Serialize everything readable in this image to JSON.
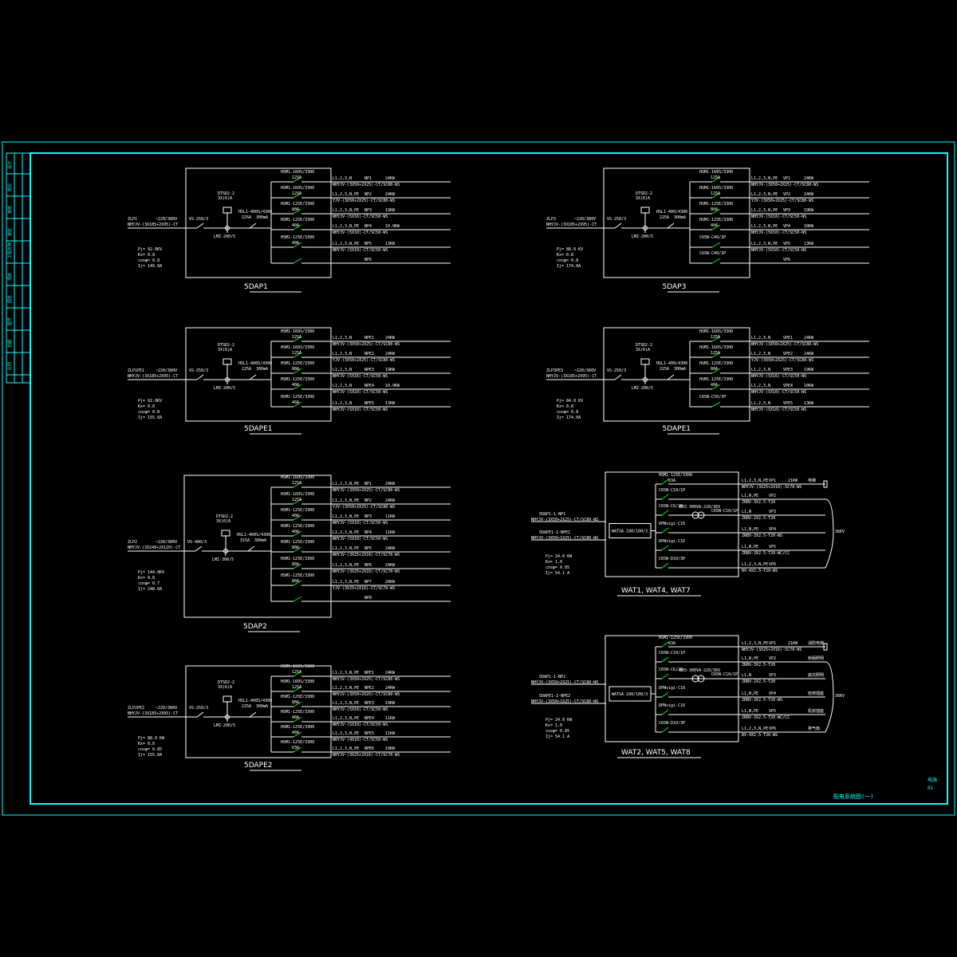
{
  "colors": {
    "background": "#000000",
    "frame": "#00ffff",
    "line": "#ffffff",
    "breaker": "#00ff00"
  },
  "footer": {
    "title": "配电系统图(一)",
    "sheet_a": "电施",
    "sheet_b": "01"
  },
  "title_block": [
    "设计",
    "校对",
    "审核",
    "审定",
    "工程名称",
    "项目",
    "图名",
    "图号",
    "日期",
    "比例"
  ],
  "panels": [
    {
      "title": "5DAP1",
      "feed": {
        "from": "ZLP1",
        "voltage": "~220/380V",
        "cable": "NHYJV-(3X185+2X95)-CT"
      },
      "main_switch": "VS-250/3",
      "isolator": "LMZ-200/5",
      "meter": "DTSD2-2\n3X(6)A",
      "rcd": {
        "model": "HSL1-400S/4300",
        "rating": "225A",
        "leak": "300mA"
      },
      "calc": {
        "pj": "Pj= 92.0KV",
        "kx": "Kx= 0.8",
        "cos": "cosφ= 0.8",
        "ij": "Ij= 149.0A"
      },
      "breakers": [
        {
          "model": "HSM1-160S/3300",
          "amp": "125A",
          "phase": "L1,2,3,N",
          "circuit": "NP1",
          "power": "24KW",
          "cable": "NHYJV-(3X50+2X25)-CT/SC80-WS"
        },
        {
          "model": "HSM1-160S/3300",
          "amp": "125A",
          "phase": "L1,2,3,N,PE",
          "circuit": "NP2",
          "power": "24KW",
          "cable": "YJV-(3X50+2X25)-CT/SC80-WS"
        },
        {
          "model": "HSM1-125E/3300",
          "amp": "80A",
          "phase": "L1,2,3,N,PE",
          "circuit": "NP3",
          "power": "19KW",
          "cable": "NHYJV-(5X16)-CT/SC50-WS"
        },
        {
          "model": "HSM1-125E/3300",
          "amp": "40A",
          "phase": "L1,2,3,N,PE",
          "circuit": "NP4",
          "power": "10.9KW",
          "cable": "NHYJV-(5X10)-CT/SC50-WS"
        },
        {
          "model": "HSM1-125E/3300",
          "amp": "40A",
          "phase": "L1,2,3,N,PE",
          "circuit": "NP5",
          "power": "13KW",
          "cable": "NHYJV-(5X10)-CT/SC50-WS"
        },
        {
          "model": "",
          "amp": "",
          "phase": "",
          "circuit": "NP6",
          "power": "",
          "cable": ""
        }
      ]
    },
    {
      "title": "5DAPE1",
      "feed": {
        "from": "ZLP1PE1",
        "voltage": "~220/380V",
        "cable": "NHYJV-(3X185+2X95)-CT"
      },
      "main_switch": "VS-250/3",
      "isolator": "LMZ-200/5",
      "meter": "DTSD2-2\n3X(6)A",
      "rcd": {
        "model": "HSL1-400S/4300",
        "rating": "225A",
        "leak": "300mA"
      },
      "calc": {
        "pj": "Pj= 92.0KV",
        "kx": "Kx= 0.8",
        "cos": "cosφ= 0.8",
        "ij": "Ij= 155.0A"
      },
      "breakers": [
        {
          "model": "HSM1-160S/3300",
          "amp": "125A",
          "phase": "L1,2,3,N",
          "circuit": "NPE1",
          "power": "24KW",
          "cable": "NHYJV-(3X50+2X25)-CT/SC80-WS"
        },
        {
          "model": "HSM1-160S/3300",
          "amp": "125A",
          "phase": "L1,2,3,N",
          "circuit": "NPE2",
          "power": "24KW",
          "cable": "YJV-(3X50+2X25)-CT/SC80-WS"
        },
        {
          "model": "HSM1-125E/3300",
          "amp": "80A",
          "phase": "L1,2,3,N",
          "circuit": "NPE3",
          "power": "19KW",
          "cable": "NHYJV-(5X16)-CT/SC50-WS"
        },
        {
          "model": "HSM1-125E/3300",
          "amp": "40A",
          "phase": "L1,2,3,N",
          "circuit": "NPE4",
          "power": "10.9KW",
          "cable": "NHYJV-(5X10)-CT/SC50-WS"
        },
        {
          "model": "HSM1-125E/3300",
          "amp": "40A",
          "phase": "L1,2,3,N",
          "circuit": "NPE5",
          "power": "13KW",
          "cable": "NHYJV-(5X10)-CT/SC50-WS"
        }
      ]
    },
    {
      "title": "5DAP2",
      "feed": {
        "from": "ZLP2",
        "voltage": "~220/380V",
        "cable": "NHYJV-(3X240+2X120)-CT"
      },
      "main_switch": "VS-400/3",
      "isolator": "LMZ-300/5",
      "meter": "DTSD2-2\n3X(6)A",
      "rcd": {
        "model": "HSL1-400S/4300",
        "rating": "315A",
        "leak": "300mA"
      },
      "calc": {
        "pj": "Pj= 144.0KV",
        "kx": "Kx= 0.8",
        "cos": "cosφ= 0.7",
        "ij": "Ij= 248.0A"
      },
      "breakers": [
        {
          "model": "HSM1-160S/3300",
          "amp": "125A",
          "phase": "L1,2,3,N,PE",
          "circuit": "NP1",
          "power": "24KW",
          "cable": "NHYJV-(3X50+2X25)-CT/SC80-WS"
        },
        {
          "model": "HSM1-160S/3300",
          "amp": "125A",
          "phase": "L1,2,3,N,PE",
          "circuit": "NP2",
          "power": "24KW",
          "cable": "YJV-(3X50+2X25)-CT/SC80-WS"
        },
        {
          "model": "HSM1-125E/3300",
          "amp": "40A",
          "phase": "L1,2,3,N,PE",
          "circuit": "NP3",
          "power": "11KW",
          "cable": "NHYJV-(5X10)-CT/SC50-WS"
        },
        {
          "model": "HSM1-125E/3300",
          "amp": "40A",
          "phase": "L1,2,3,N,PE",
          "circuit": "NP4",
          "power": "11KW",
          "cable": "NHYJV-(5X10)-CT/SC50-WS"
        },
        {
          "model": "HSM1-125E/3300",
          "amp": "80A",
          "phase": "L1,2,3,N,PE",
          "circuit": "NP5",
          "power": "24KW",
          "cable": "NHYJV-(3X25+2X16)-CT/SC70-WS"
        },
        {
          "model": "HSM1-125E/3300",
          "amp": "80A",
          "phase": "L1,2,3,N,PE",
          "circuit": "NP6",
          "power": "24KW",
          "cable": "NHYJV-(3X25+2X16)-CT/SC70-WS"
        },
        {
          "model": "HSM1-125E/3300",
          "amp": "80A",
          "phase": "L1,2,3,N,PE",
          "circuit": "NP7",
          "power": "28KW",
          "cable": "YJV-(3X25+2X16)-CT/SC70-WS"
        },
        {
          "model": "",
          "amp": "",
          "phase": "",
          "circuit": "NP8",
          "power": "",
          "cable": ""
        }
      ]
    },
    {
      "title": "5DAPE2",
      "feed": {
        "from": "ZLP2PE2",
        "voltage": "~220/380V",
        "cable": "NHYJV-(3X185+2X95)-CT"
      },
      "main_switch": "VS-250/3",
      "isolator": "LMZ-200/5",
      "meter": "DTSD2-2\n3X(6)A",
      "rcd": {
        "model": "HSL1-400S/4300",
        "rating": "225A",
        "leak": "300mA"
      },
      "calc": {
        "pj": "Pj= 88.0 KW",
        "kx": "Kx= 0.8",
        "cos": "cosφ= 0.85",
        "ij": "Ij= 155.0A"
      },
      "breakers": [
        {
          "model": "HSM1-160S/3300",
          "amp": "125A",
          "phase": "L1,2,3,N,PE",
          "circuit": "NPE1",
          "power": "24KW",
          "cable": "NHYJV-(3X50+2X25)-CT/SC80-WS"
        },
        {
          "model": "HSM1-160S/3300",
          "amp": "125A",
          "phase": "L1,2,3,N,PE",
          "circuit": "NPE2",
          "power": "24KW",
          "cable": "NHYJV-(3X50+2X25)-CT/SC80-WS"
        },
        {
          "model": "HSM1-125E/3300",
          "amp": "80A",
          "phase": "L1,2,3,N,PE",
          "circuit": "NPE3",
          "power": "19KW",
          "cable": "NHYJV-(5X16)-CT/SC50-WS"
        },
        {
          "model": "HSM1-125E/3300",
          "amp": "40A",
          "phase": "L1,2,3,N,PE",
          "circuit": "NPE4",
          "power": "11KW",
          "cable": "NHYJV-(5X10)-CT/SC50-WS"
        },
        {
          "model": "HSM1-125E/3300",
          "amp": "40A",
          "phase": "L1,2,3,N,PE",
          "circuit": "NPE5",
          "power": "11KW",
          "cable": "NHYJV-(4X10)-CT/SC50-WS"
        },
        {
          "model": "HSM1-125E/3300",
          "amp": "63A",
          "phase": "L1,2,3,N,PE",
          "circuit": "NPE6",
          "power": "19KW",
          "cable": "NHYJV-(3X25+2X16)-CT/SC70-WS"
        }
      ]
    },
    {
      "title": "5DAP3",
      "feed": {
        "from": "ZLP3",
        "voltage": "~220/380V",
        "cable": "NHYJV-(3X185+2X95)-CT"
      },
      "main_switch": "VS-250/3",
      "isolator": "LMZ-200/5",
      "meter": "DTSD2-2\n3X(6)A",
      "rcd": {
        "model": "HSL1-400/4300",
        "rating": "225A",
        "leak": "300mA"
      },
      "calc": {
        "pj": "Pj= 88.0 KV",
        "kx": "Kx= 0.8",
        "cos": "cosφ= 0.8",
        "ij": "Ij= 174.0A"
      },
      "breakers": [
        {
          "model": "HSM1-160S/3300",
          "amp": "125A",
          "phase": "L1,2,3,N,PE",
          "circuit": "VP1",
          "power": "24KW",
          "cable": "NHYJV-(3X50+2X25)-CT/SC80-WS"
        },
        {
          "model": "HSM1-160S/3300",
          "amp": "125A",
          "phase": "L1,2,3,N,PE",
          "circuit": "VP2",
          "power": "24KW",
          "cable": "YJV-(3X50+2X25)-CT/SC80-WS"
        },
        {
          "model": "HSM1-125E/3300",
          "amp": "80A",
          "phase": "L1,2,3,N,PE",
          "circuit": "VP3",
          "power": "19KW",
          "cable": "NHYJV-(5X16)-CT/SC50-WS"
        },
        {
          "model": "HSM1-125E/3300",
          "amp": "40A",
          "phase": "L1,2,3,N,PE",
          "circuit": "VP4",
          "power": "10KW",
          "cable": "NHYJV-(5X10)-CT/SC50-WS"
        },
        {
          "model": "C65N-C40/3P",
          "amp": "",
          "phase": "L1,2,3,N,PE",
          "circuit": "VP5",
          "power": "13KW",
          "cable": "NHYJV-(5X10)-CT/SC50-WS"
        },
        {
          "model": "C65N-C40/3P",
          "amp": "",
          "phase": "",
          "circuit": "VP6",
          "power": "",
          "cable": ""
        }
      ]
    },
    {
      "title": "5DAPE1",
      "feed": {
        "from": "ZLP3PE3",
        "voltage": "~220/380V",
        "cable": "NHYJV-(3X185+2X95)-CT"
      },
      "main_switch": "VS-250/3",
      "isolator": "LMZ-200/5",
      "meter": "DTSD2-2\n3X(6)A",
      "rcd": {
        "model": "HSL1-400/4300",
        "rating": "225A",
        "leak": "300mA"
      },
      "calc": {
        "pj": "Pj= 84.0 KV",
        "kx": "Kx= 0.8",
        "cos": "cosφ= 0.8",
        "ij": "Ij= 174.0A"
      },
      "breakers": [
        {
          "model": "HSM1-160S/3300",
          "amp": "125A",
          "phase": "L1,2,3,N",
          "circuit": "VPE1",
          "power": "24KW",
          "cable": "NHYJV-(3X50+2X25)-CT/SC80-WS"
        },
        {
          "model": "HSM1-160S/3300",
          "amp": "125A",
          "phase": "L1,2,3,N",
          "circuit": "VPE2",
          "power": "24KW",
          "cable": "YJV-(3X50+2X25)-CT/SC80-WS"
        },
        {
          "model": "HSM1-125E/3300",
          "amp": "80A",
          "phase": "L1,2,3,N",
          "circuit": "VPE3",
          "power": "19KW",
          "cable": "NHYJV-(5X16)-CT/SC50-WS"
        },
        {
          "model": "HSM1-125E/3300",
          "amp": "40A",
          "phase": "L1,2,3,N",
          "circuit": "VPE4",
          "power": "10KW",
          "cable": "NHYJV-(5X10)-CT/SC50-WS"
        },
        {
          "model": "C65N-C50/3P",
          "amp": "",
          "phase": "L1,2,3,N",
          "circuit": "VPE5",
          "power": "13KW",
          "cable": "NHYJV-(5X10)-CT/SC50-WS"
        }
      ]
    }
  ],
  "wat_panels": [
    {
      "title": "WAT1, WAT4, WAT7",
      "feeds": [
        {
          "from": "5DAP1-1-NP1",
          "cable": "NHYJV-(3X50+2X25)-CT/SC80-WS"
        },
        {
          "from": "5DAPE1-2-NPE1",
          "cable": "NHYJV-(3X50+1X25)-CT/SC80-WS"
        }
      ],
      "ats": "WATSA-100/100/3",
      "calc": {
        "pj": "Pj= 24.0 KW",
        "kx": "Kx= 1.0",
        "cos": "cosφ= 0.85",
        "ij": "Ij= 54.1 A"
      },
      "trafo": "BK5-300VA-220/36V",
      "trafo_breaker": "C65N-C10/1P",
      "voltage": "36KV",
      "breakers": [
        {
          "model": "HSM1-125E/3300",
          "amp": "63A",
          "phase": "L1,2,3,N,PE",
          "circuit": "VP1",
          "power": "21KW",
          "cable": "NHYJV-(3X25+2X16)-SC70-WS",
          "load": "电梯"
        },
        {
          "model": "C65N-C10/1P",
          "amp": "",
          "phase": "L1,N,PE",
          "circuit": "VP2",
          "power": "",
          "cable": "ZRBV-3X2.5-T20",
          "load": ""
        },
        {
          "model": "C65N-C6/2P",
          "amp": "",
          "phase": "L1,N",
          "circuit": "VP3",
          "power": "",
          "cable": "ZRBV-2X2.5-T20",
          "load": ""
        },
        {
          "model": "DPNvigi-C16",
          "amp": "",
          "phase": "L1,N,PE",
          "circuit": "VP4",
          "power": "",
          "cable": "ZRBV-3X2.5-T20-WS",
          "load": ""
        },
        {
          "model": "DPNvigi-C16",
          "amp": "",
          "phase": "L1,N,PE",
          "circuit": "VP5",
          "power": "",
          "cable": "ZRBV-3X2.5-T20-WC/CC",
          "load": ""
        },
        {
          "model": "C65N-D10/3P",
          "amp": "",
          "phase": "L1,2,3,N,PE",
          "circuit": "VP6",
          "power": "",
          "cable": "BV-4X2.5-T20-WS",
          "load": ""
        }
      ]
    },
    {
      "title": "WAT2, WAT5, WAT8",
      "feeds": [
        {
          "from": "5DAP1-1-NP2",
          "cable": "NHYJV-(3X50+2X25)-CT/SC80-WS"
        },
        {
          "from": "5DAPE1-2-NPE2",
          "cable": "NHYJV-(3X50+1X25)-CT/SC80-WS"
        }
      ],
      "ats": "WATSA-100/100/3",
      "calc": {
        "pj": "Pj= 24.0 KW",
        "kx": "Kx= 1.0",
        "cos": "cosφ= 0.85",
        "ij": "Ij= 54.1 A"
      },
      "trafo": "BK5-300VA-220/36V",
      "trafo_breaker": "C65N-C10/1P",
      "voltage": "36KV",
      "breakers": [
        {
          "model": "HSM1-125E/3300",
          "amp": "63A",
          "phase": "L1,2,3,N,PE",
          "circuit": "VP1",
          "power": "21KW",
          "cable": "NHYJV-(3X25+2X16)-SC70-WS",
          "load": "消防电梯"
        },
        {
          "model": "C65N-C10/1P",
          "amp": "",
          "phase": "L1,N,PE",
          "circuit": "VP2",
          "power": "",
          "cable": "ZRBV-3X2.5-T20",
          "load": "轿厢照明"
        },
        {
          "model": "C65N-C6/2P",
          "amp": "",
          "phase": "L1,N",
          "circuit": "VP3",
          "power": "",
          "cable": "ZRBV-2X2.5-T20",
          "load": "底坑照明"
        },
        {
          "model": "DPNvigi-C16",
          "amp": "",
          "phase": "L1,N,PE",
          "circuit": "VP4",
          "power": "",
          "cable": "ZRBV-3X2.5-T20-WS",
          "load": "检修插座"
        },
        {
          "model": "DPNvigi-C16",
          "amp": "",
          "phase": "L1,N,PE",
          "circuit": "VP5",
          "power": "",
          "cable": "ZRBV-3X2.5-T20-WC/CC",
          "load": "机房插座"
        },
        {
          "model": "C65N-D10/3P",
          "amp": "",
          "phase": "L1,2,3,N,PE",
          "circuit": "VP6",
          "power": "",
          "cable": "BV-4X2.5-T20-WS",
          "load": "排气扇"
        }
      ]
    }
  ]
}
